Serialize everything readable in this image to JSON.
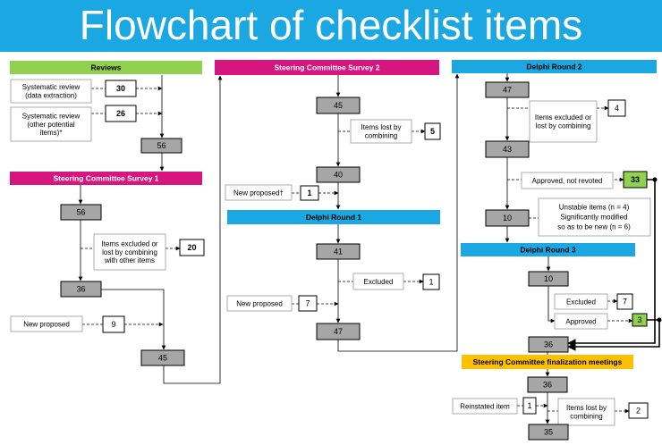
{
  "title": "Flowchart of checklist items",
  "colors": {
    "title_bg": "#1ba7e2",
    "reviews": "#92d050",
    "steering": "#d6157e",
    "delphi": "#1ba7e2",
    "finalization": "#ffc000",
    "count_box": "#a6a6a6",
    "approved": "#92d050"
  },
  "headers": {
    "reviews": "Reviews",
    "scs1": "Steering Committee Survey 1",
    "scs2": "Steering Committee Survey 2",
    "dr1": "Delphi Round 1",
    "dr2": "Delphi Round 2",
    "dr3": "Delphi Round 3",
    "final": "Steering Committee finalization meetings"
  },
  "counts": {
    "reviews_total": "56",
    "scs1_start": "56",
    "scs1_after": "36",
    "scs1_end": "45",
    "scs2_start": "45",
    "scs2_after": "40",
    "dr1_start": "41",
    "dr1_end": "47",
    "dr2_start": "47",
    "dr2_after": "43",
    "dr2_end": "10",
    "dr3_start": "10",
    "merged": "36",
    "final_start": "36",
    "final_end": "35"
  },
  "labels": {
    "sys_review_data": "Systematic review (data extraction)",
    "sys_review_other": "Systematic review (other potential items)*",
    "scs1_excluded": "Items excluded or lost by combining with other items",
    "scs1_new": "New proposed",
    "scs2_lost": "Items lost by combining",
    "scs2_new": "New proposed†",
    "dr1_excluded": "Excluded",
    "dr1_new": "New proposed",
    "dr2_excluded": "Items excluded or lost by combining",
    "dr2_approved": "Approved, not revoted",
    "dr2_unstable_1": "Unstable items (n = 4)",
    "dr2_unstable_2": "Significantly modified",
    "dr2_unstable_3": "so as to be new (n = 6)",
    "dr3_excluded": "Excluded",
    "dr3_approved": "Approved",
    "final_reinstated": "Reinstated item",
    "final_lost": "Items lost by combining"
  },
  "side_values": {
    "sys_review_data": "30",
    "sys_review_other": "26",
    "scs1_excluded": "20",
    "scs1_new": "9",
    "scs2_lost": "5",
    "scs2_new": "1",
    "dr1_excluded": "1",
    "dr1_new": "7",
    "dr2_excluded": "4",
    "dr2_approved": "33",
    "dr3_excluded": "7",
    "dr3_approved": "3",
    "final_reinstated": "1",
    "final_lost": "2"
  }
}
